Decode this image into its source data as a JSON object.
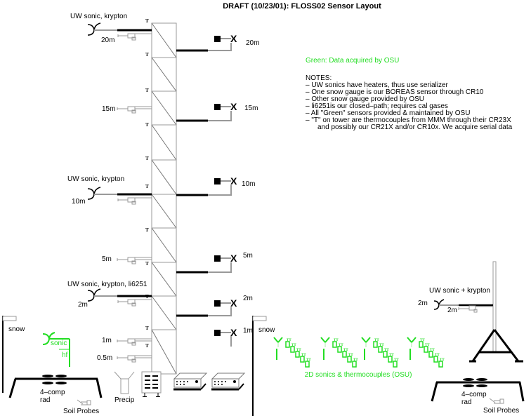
{
  "title": "DRAFT (10/23/01): FLOSS02 Sensor Layout",
  "legend": {
    "green_note": "Green: Data acquired by OSU",
    "green_color": "#22dd22"
  },
  "notes": {
    "heading": "NOTES:",
    "items": [
      "– UW sonics have heaters, thus use serializer",
      "– One snow gauge is our BOREAS sensor through CR10",
      "– Other snow gauge provided by OSU",
      "– li6251is our closed–path; requires cal gases",
      "– All \"Green\" sensors provided & maintained by OSU",
      "– \"T\" on tower are thermocouples from MMM through their CR23X",
      "and possibly our CR21X and/or CR10x.  We acquire serial data"
    ]
  },
  "tower": {
    "left_sonic_labels": [
      "UW sonic, krypton",
      "UW sonic, krypton",
      "UW sonic, krypton, li6251"
    ],
    "left_sonic_heights": [
      "20m",
      "10m",
      "2m"
    ],
    "left_probe_heights": [
      "15m",
      "5m",
      "1m",
      "0.5m"
    ],
    "right_boom_heights": [
      "20m",
      "15m",
      "10m",
      "5m",
      "2m",
      "1m"
    ],
    "thermocouple_mark": "T"
  },
  "left_site": {
    "snow_label": "snow",
    "sonic_label": "sonic",
    "hf_label": "hf",
    "rad_label_1": "4–comp",
    "rad_label_2": "rad",
    "soil_label": "Soil Probes"
  },
  "ground_instruments": {
    "precip_label": "Precip"
  },
  "middle_site": {
    "snow_label": "snow",
    "osu_caption": "2D sonics & thermocouples (OSU)"
  },
  "right_site": {
    "sonic_label": "UW sonic + krypton",
    "sonic_height": "2m",
    "probe_height": "2m",
    "rad_label_1": "4–comp",
    "rad_label_2": "rad",
    "soil_label": "Soil Probes"
  }
}
